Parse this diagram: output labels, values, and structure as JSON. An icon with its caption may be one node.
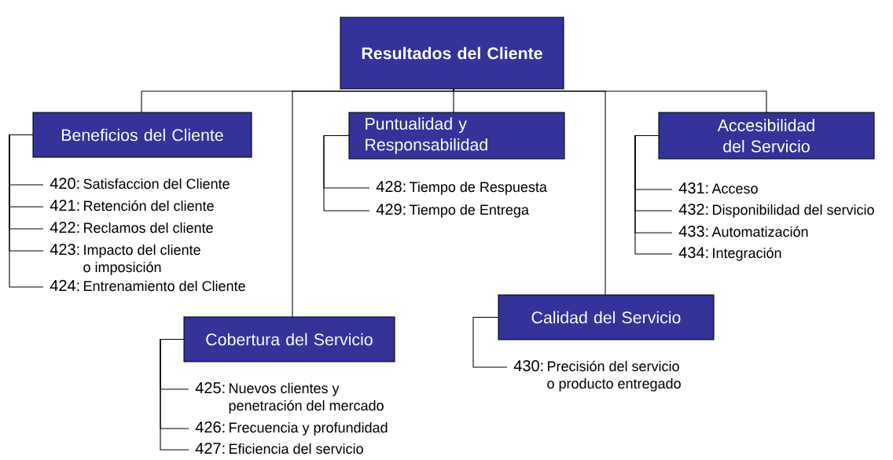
{
  "diagram": {
    "nodes": [
      {
        "text": [
          "Resultados del Cliente"
        ]
      },
      {
        "text": [
          "Beneficios del Cliente"
        ]
      },
      {
        "text": [
          "Puntualidad y Responsabilidad"
        ]
      },
      {
        "text": [
          "Accesibilidad del Servicio"
        ]
      },
      {
        "text": [
          "Cobertura del Servicio"
        ]
      },
      {
        "text": [
          "Calidad del Servicio"
        ]
      },
      {
        "text": [
          "420:",
          "Satisfaccion del Cliente"
        ]
      },
      {
        "text": [
          "421:",
          "Retención del cliente"
        ]
      },
      {
        "text": [
          "422:",
          "Reclamos del cliente"
        ]
      },
      {
        "text": [
          "423:",
          "Impacto del cliente o imposición"
        ]
      },
      {
        "text": [
          "424:",
          "Entrenamiento del Cliente"
        ]
      },
      {
        "text": [
          "428:",
          "Tiempo de Respuesta"
        ]
      },
      {
        "text": [
          "429:",
          "Tiempo de Entrega"
        ]
      },
      {
        "text": [
          "431:",
          "Acceso"
        ]
      },
      {
        "text": [
          "432:",
          "Disponibilidad del servicio"
        ]
      },
      {
        "text": [
          "433:",
          "Automatización"
        ]
      },
      {
        "text": [
          "434:",
          "Integración"
        ]
      },
      {
        "text": [
          "425:",
          "Nuevos clientes y penetración del mercado"
        ]
      },
      {
        "text": [
          "426:",
          "Frecuencia y profundidad"
        ]
      },
      {
        "text": [
          "427:",
          "Eficiencia del servicio"
        ]
      },
      {
        "text": [
          "430:",
          "Precisión del servicio o producto entregado"
        ]
      }
    ],
    "edges": [
      {
        "from": 0,
        "to": 1,
        "arrow": "none"
      },
      {
        "from": 0,
        "to": 2,
        "arrow": "none"
      },
      {
        "from": 0,
        "to": 3,
        "arrow": "none"
      },
      {
        "from": 0,
        "to": 4,
        "arrow": "none"
      },
      {
        "from": 0,
        "to": 5,
        "arrow": "none"
      },
      {
        "from": 1,
        "to": 6,
        "arrow": "none"
      },
      {
        "from": 1,
        "to": 7,
        "arrow": "none"
      },
      {
        "from": 1,
        "to": 8,
        "arrow": "none"
      },
      {
        "from": 1,
        "to": 9,
        "arrow": "none"
      },
      {
        "from": 1,
        "to": 10,
        "arrow": "none"
      },
      {
        "from": 2,
        "to": 11,
        "arrow": "none"
      },
      {
        "from": 2,
        "to": 12,
        "arrow": "none"
      },
      {
        "from": 3,
        "to": 13,
        "arrow": "none"
      },
      {
        "from": 3,
        "to": 14,
        "arrow": "none"
      },
      {
        "from": 3,
        "to": 15,
        "arrow": "none"
      },
      {
        "from": 3,
        "to": 16,
        "arrow": "none"
      },
      {
        "from": 4,
        "to": 17,
        "arrow": "none"
      },
      {
        "from": 4,
        "to": 18,
        "arrow": "none"
      },
      {
        "from": 4,
        "to": 19,
        "arrow": "none"
      },
      {
        "from": 5,
        "to": 20,
        "arrow": "none"
      }
    ]
  }
}
